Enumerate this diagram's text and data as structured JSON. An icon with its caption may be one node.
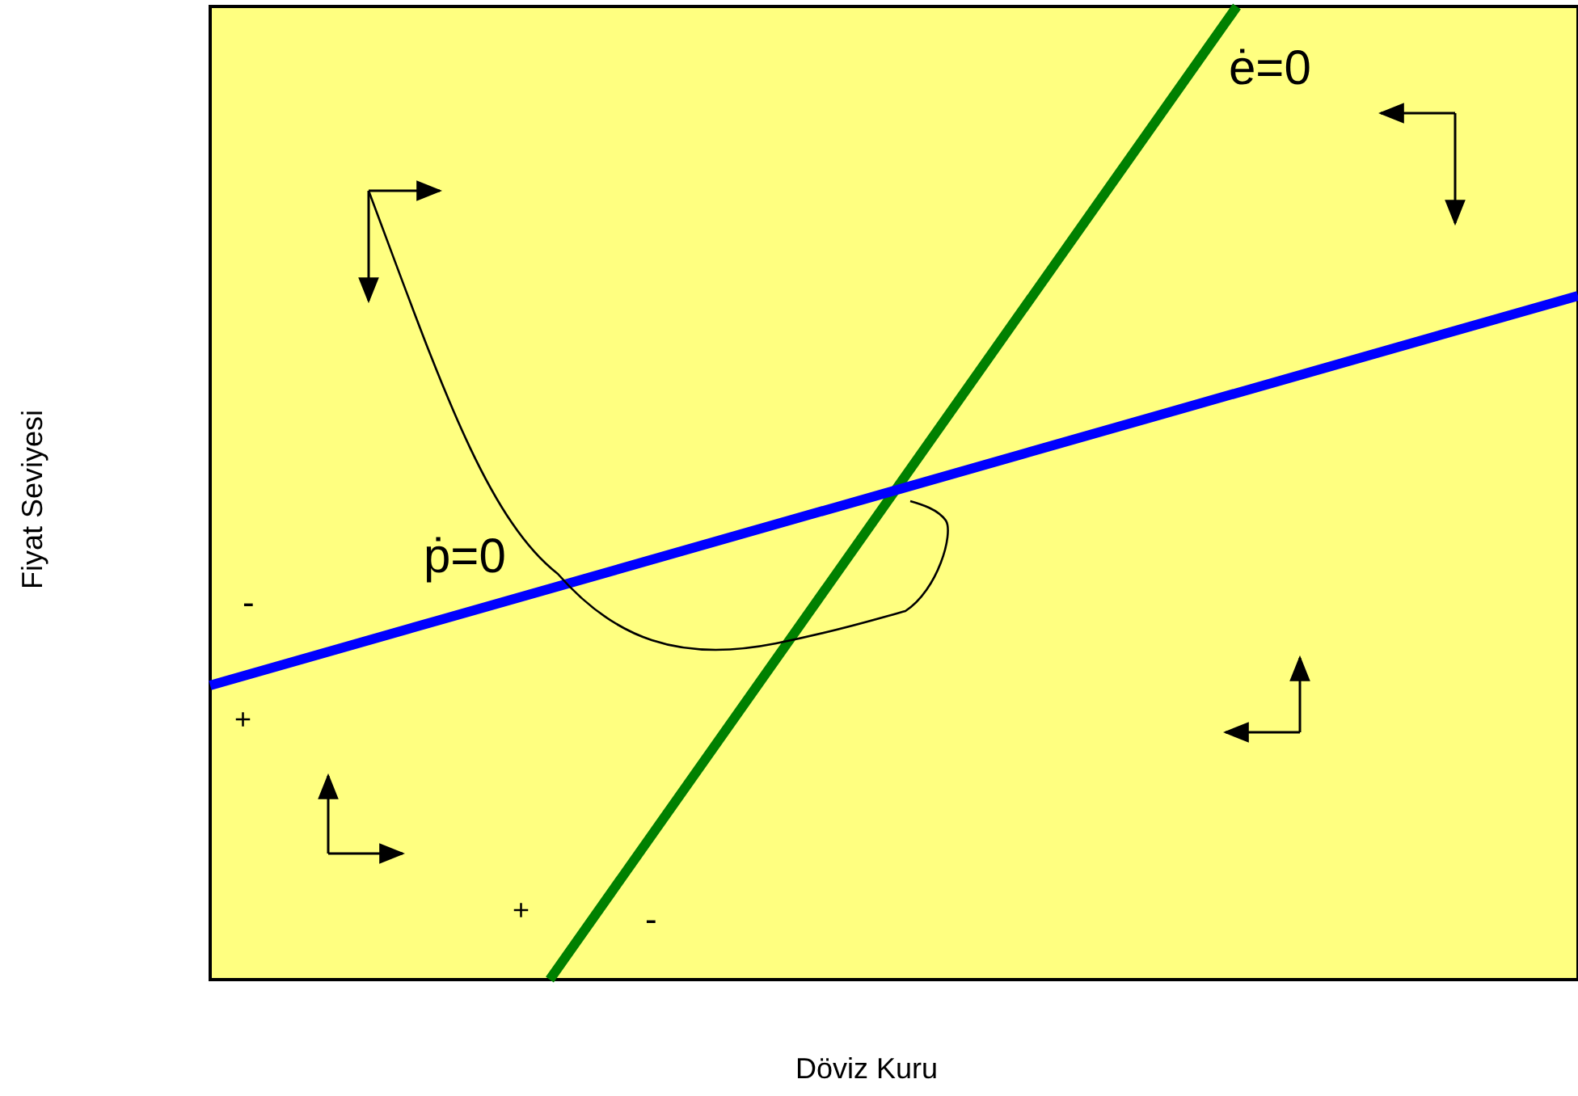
{
  "diagram": {
    "labels": [
      "ė=0",
      "Fiyat Seviyesi",
      "ṗ=0",
      "-",
      "+",
      "+",
      "-",
      "Döviz Kuru"
    ]
  }
}
